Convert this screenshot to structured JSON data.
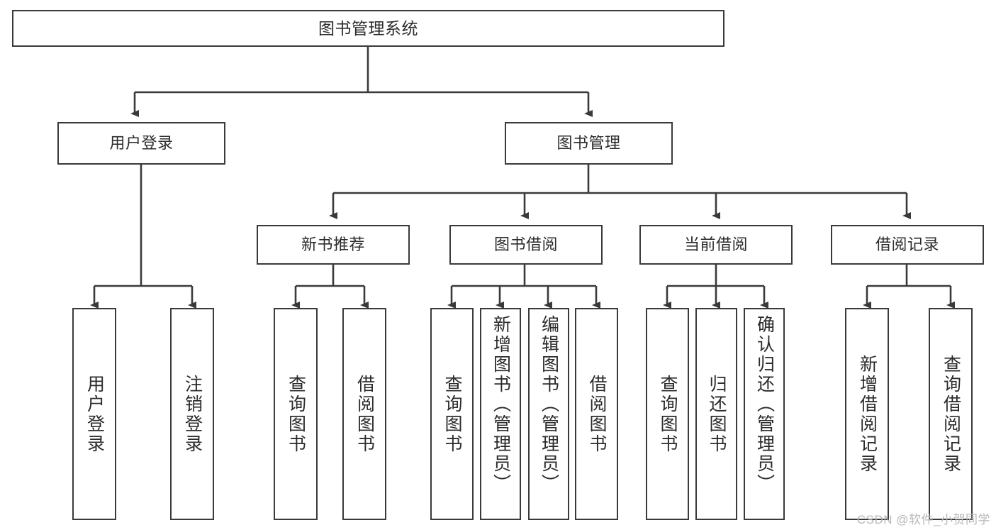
{
  "diagram": {
    "title": "图书管理系统",
    "type": "tree",
    "root": {
      "label": "图书管理系统"
    },
    "level1": [
      {
        "label": "用户登录"
      },
      {
        "label": "图书管理"
      }
    ],
    "level2": [
      {
        "label": "新书推荐"
      },
      {
        "label": "图书借阅"
      },
      {
        "label": "当前借阅"
      },
      {
        "label": "借阅记录"
      }
    ],
    "leaves": {
      "user_login": [
        {
          "label": "用户登录"
        },
        {
          "label": "注销登录"
        }
      ],
      "new_book_recommend": [
        {
          "label": "查询图书"
        },
        {
          "label": "借阅图书"
        }
      ],
      "book_borrow": [
        {
          "label": "查询图书"
        },
        {
          "label": "新增图书（管理员）"
        },
        {
          "label": "编辑图书（管理员）"
        },
        {
          "label": "借阅图书"
        }
      ],
      "current_borrow": [
        {
          "label": "查询图书"
        },
        {
          "label": "归还图书"
        },
        {
          "label": "确认归还（管理员）"
        }
      ],
      "borrow_record": [
        {
          "label": "新增借阅记录"
        },
        {
          "label": "查询借阅记录"
        }
      ]
    }
  },
  "watermark": {
    "text": "CSDN @软件_小贺同学"
  },
  "colors": {
    "stroke": "#3a3a3a",
    "fill": "#ffffff",
    "text": "#2b2b2b",
    "watermark": "#b8b8b8"
  }
}
